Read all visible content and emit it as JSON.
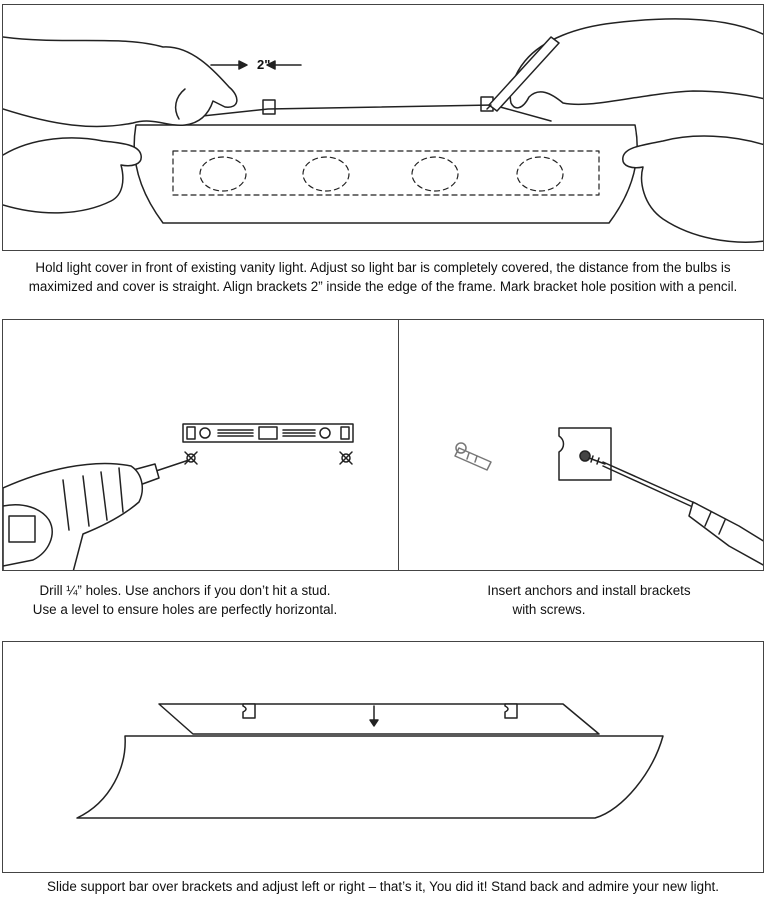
{
  "step1": {
    "measure_label": "2\"",
    "caption_line1": "Hold light cover in front of existing vanity light. Adjust so light bar is completely covered, the distance from the bulbs is",
    "caption_line2": "maximized and cover is straight. Align brackets 2” inside the edge of the frame.  Mark bracket hole position with a pencil."
  },
  "step2": {
    "caption_line1": "Drill ¼” holes. Use anchors if you don’t hit a stud.",
    "caption_line2": "Use a level to ensure holes are perfectly horizontal."
  },
  "step3": {
    "caption_line1": "Insert anchors and install brackets",
    "caption_line2": "with screws."
  },
  "step4": {
    "caption": "Slide support bar over brackets and adjust left or right – that’s it, You did it! Stand back and admire your new light."
  }
}
